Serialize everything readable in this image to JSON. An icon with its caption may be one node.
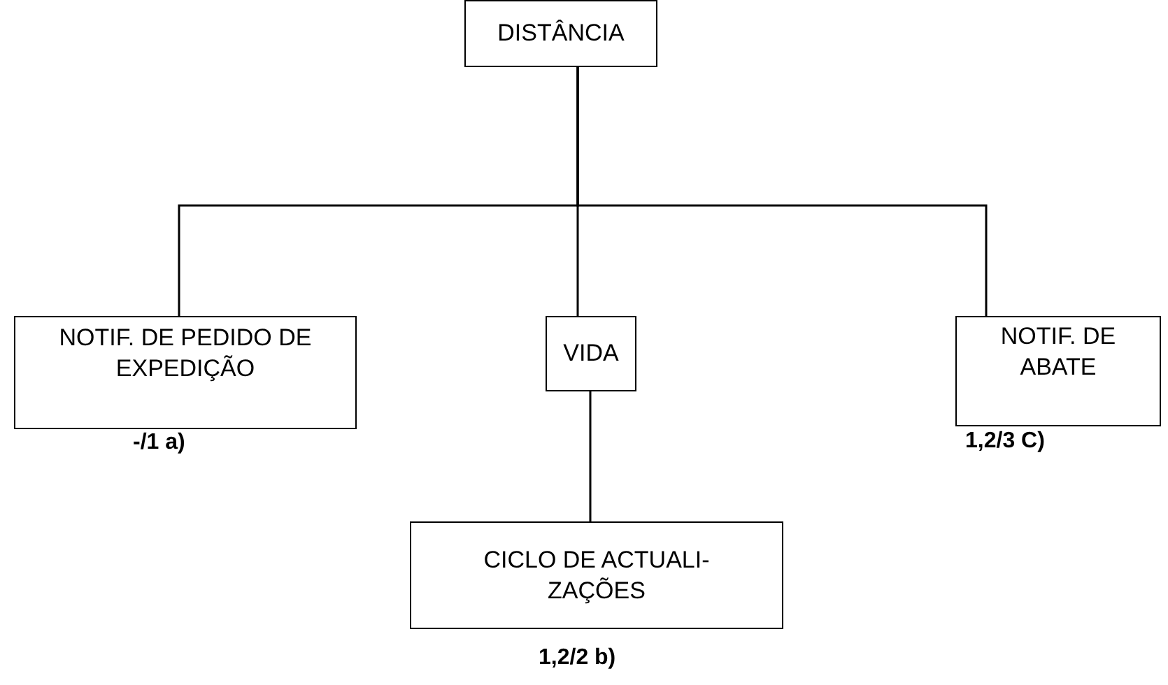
{
  "diagram": {
    "nodes": [
      {
        "text": [
          "DISTÂNCIA"
        ]
      },
      {
        "text": [
          "NOTIF. DE PEDIDO DE EXPEDIÇÃO"
        ],
        "beside": [
          "-/1 a)"
        ]
      },
      {
        "text": [
          "VIDA"
        ]
      },
      {
        "text": [
          "NOTIF. DE ABATE"
        ],
        "beside": [
          "1,2/3 C)"
        ]
      },
      {
        "text": [
          "CICLO DE ACTUALI- ZAÇÕES"
        ],
        "beside": [
          "1,2/2 b)"
        ]
      }
    ],
    "edges": [
      {
        "from": 0,
        "to": 1,
        "arrow": "none"
      },
      {
        "from": 0,
        "to": 2,
        "arrow": "none"
      },
      {
        "from": 0,
        "to": 3,
        "arrow": "none"
      },
      {
        "from": 2,
        "to": 4,
        "arrow": "none"
      }
    ]
  }
}
